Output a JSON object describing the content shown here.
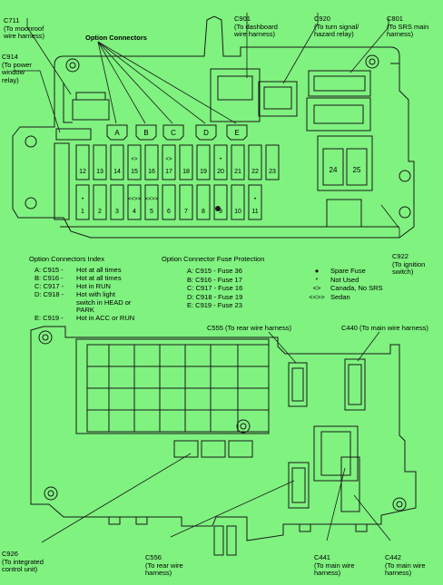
{
  "callouts": {
    "c711": {
      "id": "C711",
      "desc": "(To moonroof\nwire harness)"
    },
    "c914": {
      "id": "C914",
      "desc": "(To power\nwindow\nrelay)"
    },
    "c901": {
      "id": "C901",
      "desc": "(To dashboard\nwire harness)"
    },
    "c920": {
      "id": "C920",
      "desc": "(To turn signal/\nhazard relay)"
    },
    "c801": {
      "id": "C801",
      "desc": "(To SRS main\nharness)"
    },
    "option_connectors": "Option Connectors",
    "c922": {
      "id": "C922",
      "desc": "(To ignition\nswitch)"
    },
    "c555": "C555 (To rear wire harness)",
    "c440": "C440 (To main wire harness)",
    "c926": {
      "id": "C926",
      "desc": "(To integrated\ncontrol unit)"
    },
    "c556": {
      "id": "C556",
      "desc": "(To rear wire\nharness)"
    },
    "c441": {
      "id": "C441",
      "desc": "(To main wire\nharness)"
    },
    "c442": {
      "id": "C442",
      "desc": "(To main wire\nharness)"
    }
  },
  "option_connector_letters": [
    "A",
    "B",
    "C",
    "D",
    "E"
  ],
  "fuse_row_top": [
    {
      "mark": "",
      "num": "12"
    },
    {
      "mark": "",
      "num": "13"
    },
    {
      "mark": "",
      "num": "14"
    },
    {
      "mark": "<>",
      "num": "15"
    },
    {
      "mark": "",
      "num": "16"
    },
    {
      "mark": "<>",
      "num": "17"
    },
    {
      "mark": "",
      "num": "18"
    },
    {
      "mark": "",
      "num": "19"
    },
    {
      "mark": "•",
      "num": "20"
    },
    {
      "mark": "",
      "num": "21"
    },
    {
      "mark": "",
      "num": "22"
    },
    {
      "mark": "",
      "num": "23"
    }
  ],
  "fuse_row_bottom": [
    {
      "mark": "•",
      "num": "1"
    },
    {
      "mark": "",
      "num": "2"
    },
    {
      "mark": "",
      "num": "3"
    },
    {
      "mark": "<<>>",
      "num": "4"
    },
    {
      "mark": "<<>>",
      "num": "5"
    },
    {
      "mark": "",
      "num": "6"
    },
    {
      "mark": "",
      "num": "7"
    },
    {
      "mark": "",
      "num": "8"
    },
    {
      "mark": "",
      "num": "9"
    },
    {
      "mark": "",
      "num": "10"
    },
    {
      "mark": "•",
      "num": "11"
    }
  ],
  "large_fuses": [
    "24",
    "25"
  ],
  "index_table": {
    "title": "Option Connectors Index",
    "rows": [
      {
        "key": "A: C915 -",
        "val": "Hot at all times"
      },
      {
        "key": "B: C916 -",
        "val": "Hot at all times"
      },
      {
        "key": "C: C917 -",
        "val": "Hot in RUN"
      },
      {
        "key": "D: C918 -",
        "val": "Hot with light\nswitch in HEAD or\nPARK"
      },
      {
        "key": "E: C919 -",
        "val": "Hot in ACC or RUN"
      }
    ]
  },
  "fuse_protection": {
    "title": "Option Connector Fuse Protection",
    "rows": [
      "A: C915 - Fuse 36",
      "B: C916 - Fuse 17",
      "C: C917 - Fuse 16",
      "D: C918 - Fuse 19",
      "E: C919 - Fuse 23"
    ]
  },
  "legend": [
    {
      "symbol": "●",
      "text": "Spare Fuse"
    },
    {
      "symbol": "*",
      "text": "Not Used"
    },
    {
      "symbol": "<>",
      "text": "Canada, No SRS"
    },
    {
      "symbol": "<<>>",
      "text": "Sedan"
    }
  ],
  "colors": {
    "background": "#7ff27f",
    "line": "#1a1a1a"
  }
}
